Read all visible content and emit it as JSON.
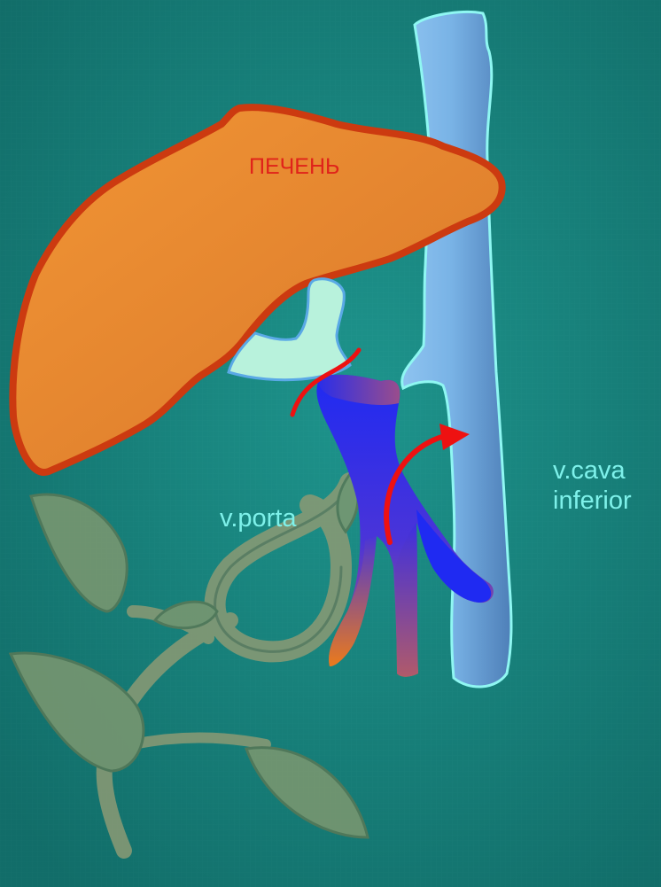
{
  "labels": {
    "liver": "ПЕЧЕНЬ",
    "portal_vein": "v.porta",
    "cava_line1": "v.cava",
    "cava_line2": "inferior"
  },
  "colors": {
    "background": "#17807a",
    "liver_fill": "#e5862e",
    "liver_outline": "#cc3a10",
    "cava_fill": "#6aa4d6",
    "cava_outline": "#8ff7f2",
    "gallbladder": "#b8f2dc",
    "portal_vein_blue": "#1f2af2",
    "portal_vein_orange": "#e07026",
    "arrow": "#ee1111",
    "label_red": "#e0231a",
    "label_cyan": "#7ef1ea"
  }
}
